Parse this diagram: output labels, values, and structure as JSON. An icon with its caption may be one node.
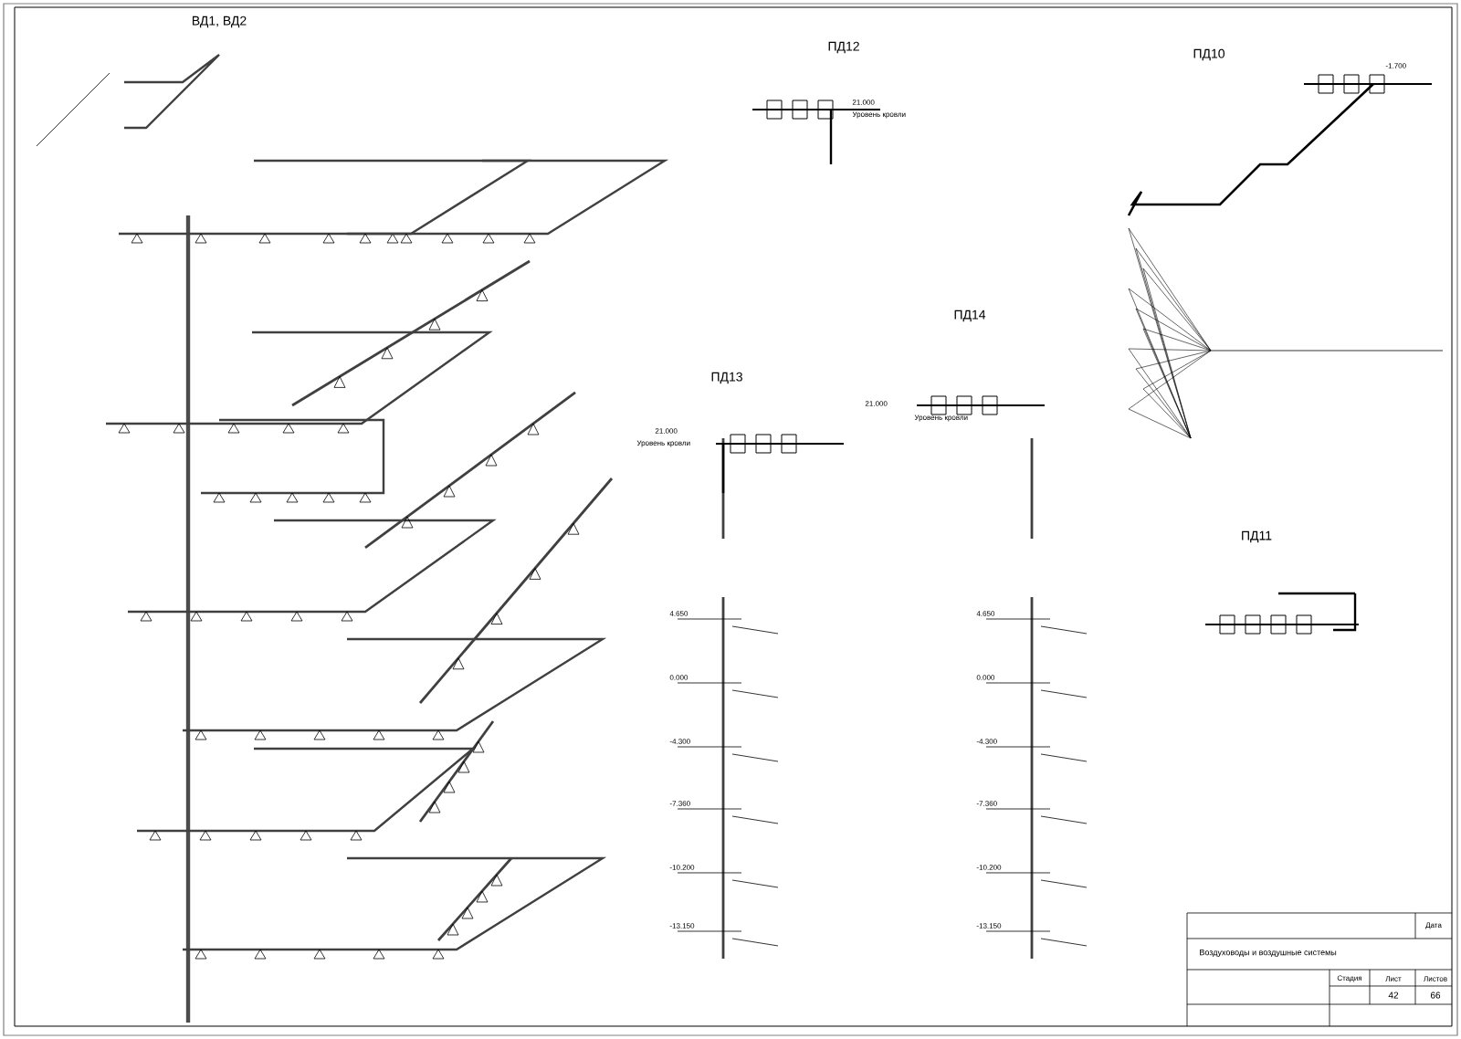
{
  "diagram": {
    "labels": [
      "ВД1, ВД2",
      "ПД12",
      "ПД10",
      "ПД14",
      "ПД13",
      "ПД11",
      "21.000",
      "Уровень кровли",
      "21.000",
      "Уровень кровли",
      "21.000",
      "Уровень кровли",
      "4.650",
      "0.000",
      "-4.300",
      "-7.360",
      "-10.200",
      "-13.150",
      "4.650",
      "0.000",
      "-4.300",
      "-7.360",
      "-10.200",
      "-13.150",
      "-1.700",
      "Дата",
      "Воздуховоды и воздушные системы",
      "Стадия",
      "Лист",
      "Листов",
      "42",
      "66"
    ]
  }
}
